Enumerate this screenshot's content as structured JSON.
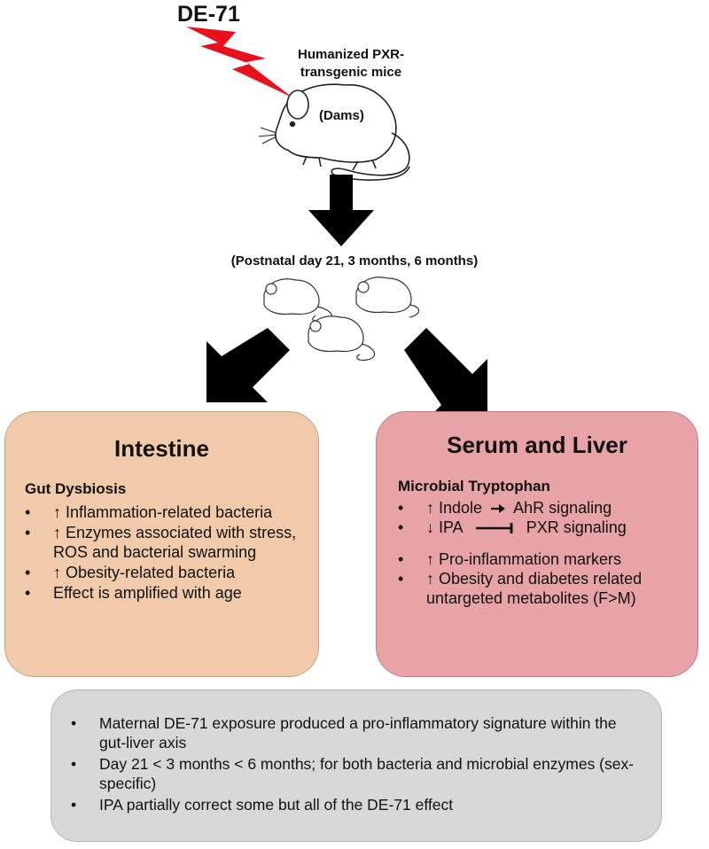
{
  "exposure": {
    "compound": "DE-71"
  },
  "mouse": {
    "strain": "Humanized PXR-transgenic mice",
    "group": "(Dams)"
  },
  "timepoints": "(Postnatal day 21, 3 months, 6 months)",
  "intestine": {
    "title": "Intestine",
    "subtitle": "Gut Dysbiosis",
    "items": [
      "↑ Inflammation-related bacteria",
      "↑ Enzymes associated with stress, ROS and bacterial swarming",
      "↑ Obesity-related bacteria",
      "Effect is amplified with age"
    ]
  },
  "serum_liver": {
    "title": "Serum and Liver",
    "subtitle": "Microbial Tryptophan",
    "indole_item": {
      "prefix": "↑ Indole",
      "target": "AhR signaling"
    },
    "ipa_item": {
      "prefix": "↓ IPA",
      "target": "PXR signaling"
    },
    "items": [
      "↑ Pro-inflammation markers",
      "↑ Obesity and diabetes related untargeted metabolites (F>M)"
    ]
  },
  "summary": {
    "items": [
      "Maternal DE-71 exposure produced a pro-inflammatory signature within the gut-liver axis",
      "Day 21 < 3 months < 6 months; for both bacteria and microbial enzymes (sex-specific)",
      "IPA partially correct some but all of the DE-71 effect"
    ]
  },
  "colors": {
    "intestine_box": "#f1cba9",
    "serum_box": "#e8a3a6",
    "summary_box": "#d8d8d8",
    "lightning": "#e8101a",
    "arrows": "#000000"
  }
}
